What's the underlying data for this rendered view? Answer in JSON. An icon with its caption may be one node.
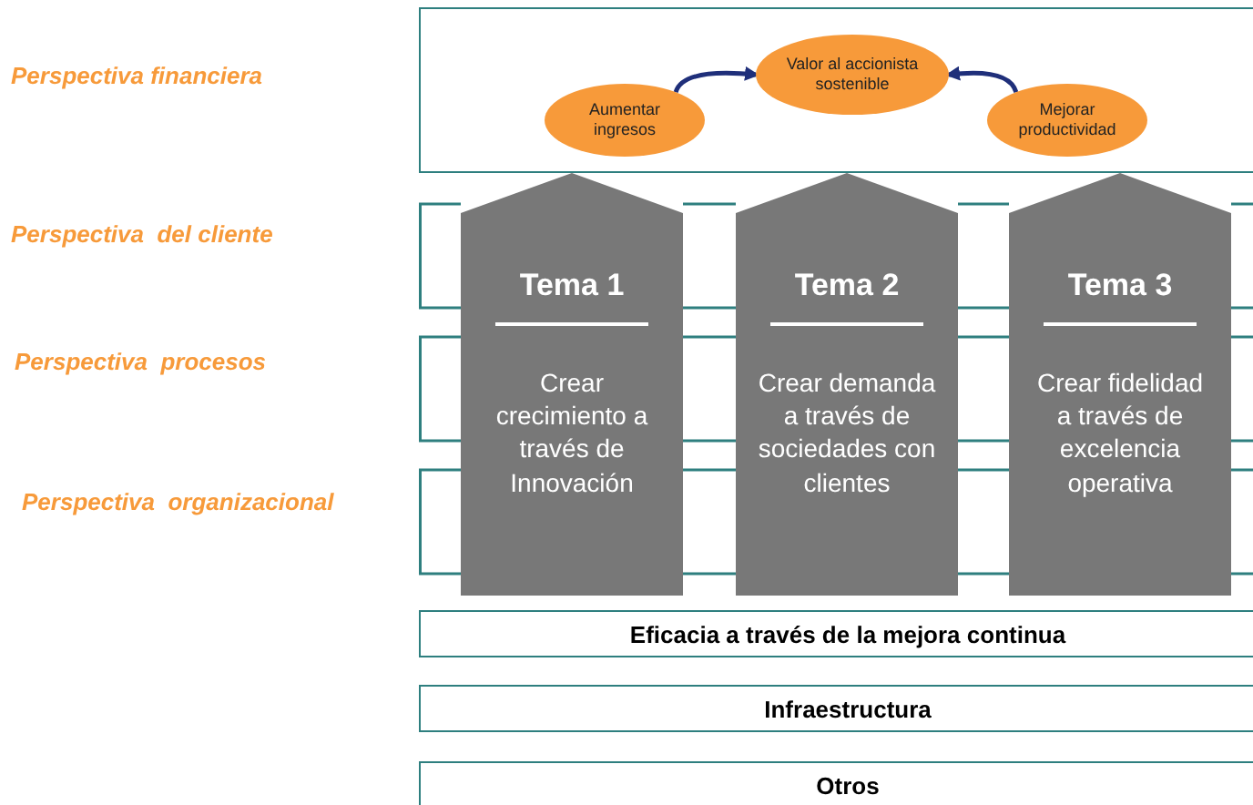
{
  "diagram": {
    "nodes": [
      {
        "text": [],
        "shape": "box"
      },
      {
        "text": [
          "Aumentar ingresos"
        ],
        "in": 0
      },
      {
        "text": [
          "Valor al accionista sostenible"
        ],
        "in": 0
      },
      {
        "text": [
          "Mejorar productividad"
        ],
        "in": 0
      },
      {
        "text": [
          "Tema 1",
          "Crear crecimiento a través de Innovación"
        ]
      },
      {
        "text": [
          "Tema 2",
          "Crear demanda a través de sociedades con clientes"
        ]
      },
      {
        "text": [
          "Tema 3",
          "Crear fidelidad a través de excelencia operativa"
        ]
      },
      {
        "text": [
          "Eficacia a través de la mejora continua"
        ]
      },
      {
        "text": [
          "Infraestructura"
        ]
      },
      {
        "text": [
          "Otros"
        ]
      }
    ],
    "edges": [
      {
        "from": 1,
        "to": 2,
        "arrow": "to"
      },
      {
        "from": 3,
        "to": 2,
        "arrow": "to"
      }
    ],
    "labels": [
      "Perspectiva financiera",
      "Perspectiva  del cliente",
      "Perspectiva  procesos",
      "Perspectiva  organizacional"
    ]
  }
}
